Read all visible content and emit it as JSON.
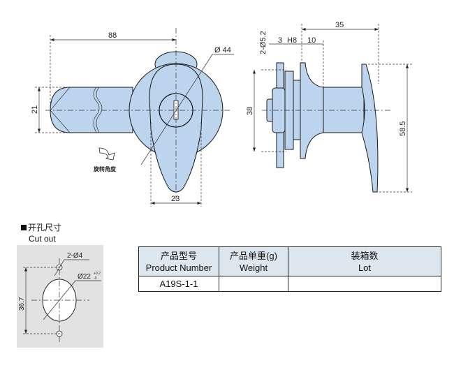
{
  "front_view": {
    "dim_length": "88",
    "dim_cam_width": "21",
    "dim_handle_width": "23",
    "dim_diameter": "Ø 44",
    "rotation_label": "旋转角度"
  },
  "side_view": {
    "dim_holes": "2-Ø5.2",
    "dim_plate": "3",
    "dim_h8": "H8",
    "dim_10": "10",
    "dim_35": "35",
    "dim_38": "38",
    "dim_58_5": "58.5"
  },
  "cutout": {
    "title_cn": "开孔尺寸",
    "title_en": "Cut out",
    "dim_holes": "2-Ø4",
    "dim_diameter": "Ø22",
    "tol_upper": "+0.2",
    "tol_lower": "-0",
    "dim_spacing": "36.7"
  },
  "table": {
    "headers": [
      {
        "cn": "产品型号",
        "en": "Product Number"
      },
      {
        "cn": "产品单重(g)",
        "en": "Weight"
      },
      {
        "cn": "装箱数",
        "en": "Lot"
      }
    ],
    "rows": [
      [
        "A19S-1-1",
        "",
        ""
      ]
    ]
  },
  "colors": {
    "part_fill": "#bcd4ee",
    "header_bg": "#dde7f0"
  }
}
